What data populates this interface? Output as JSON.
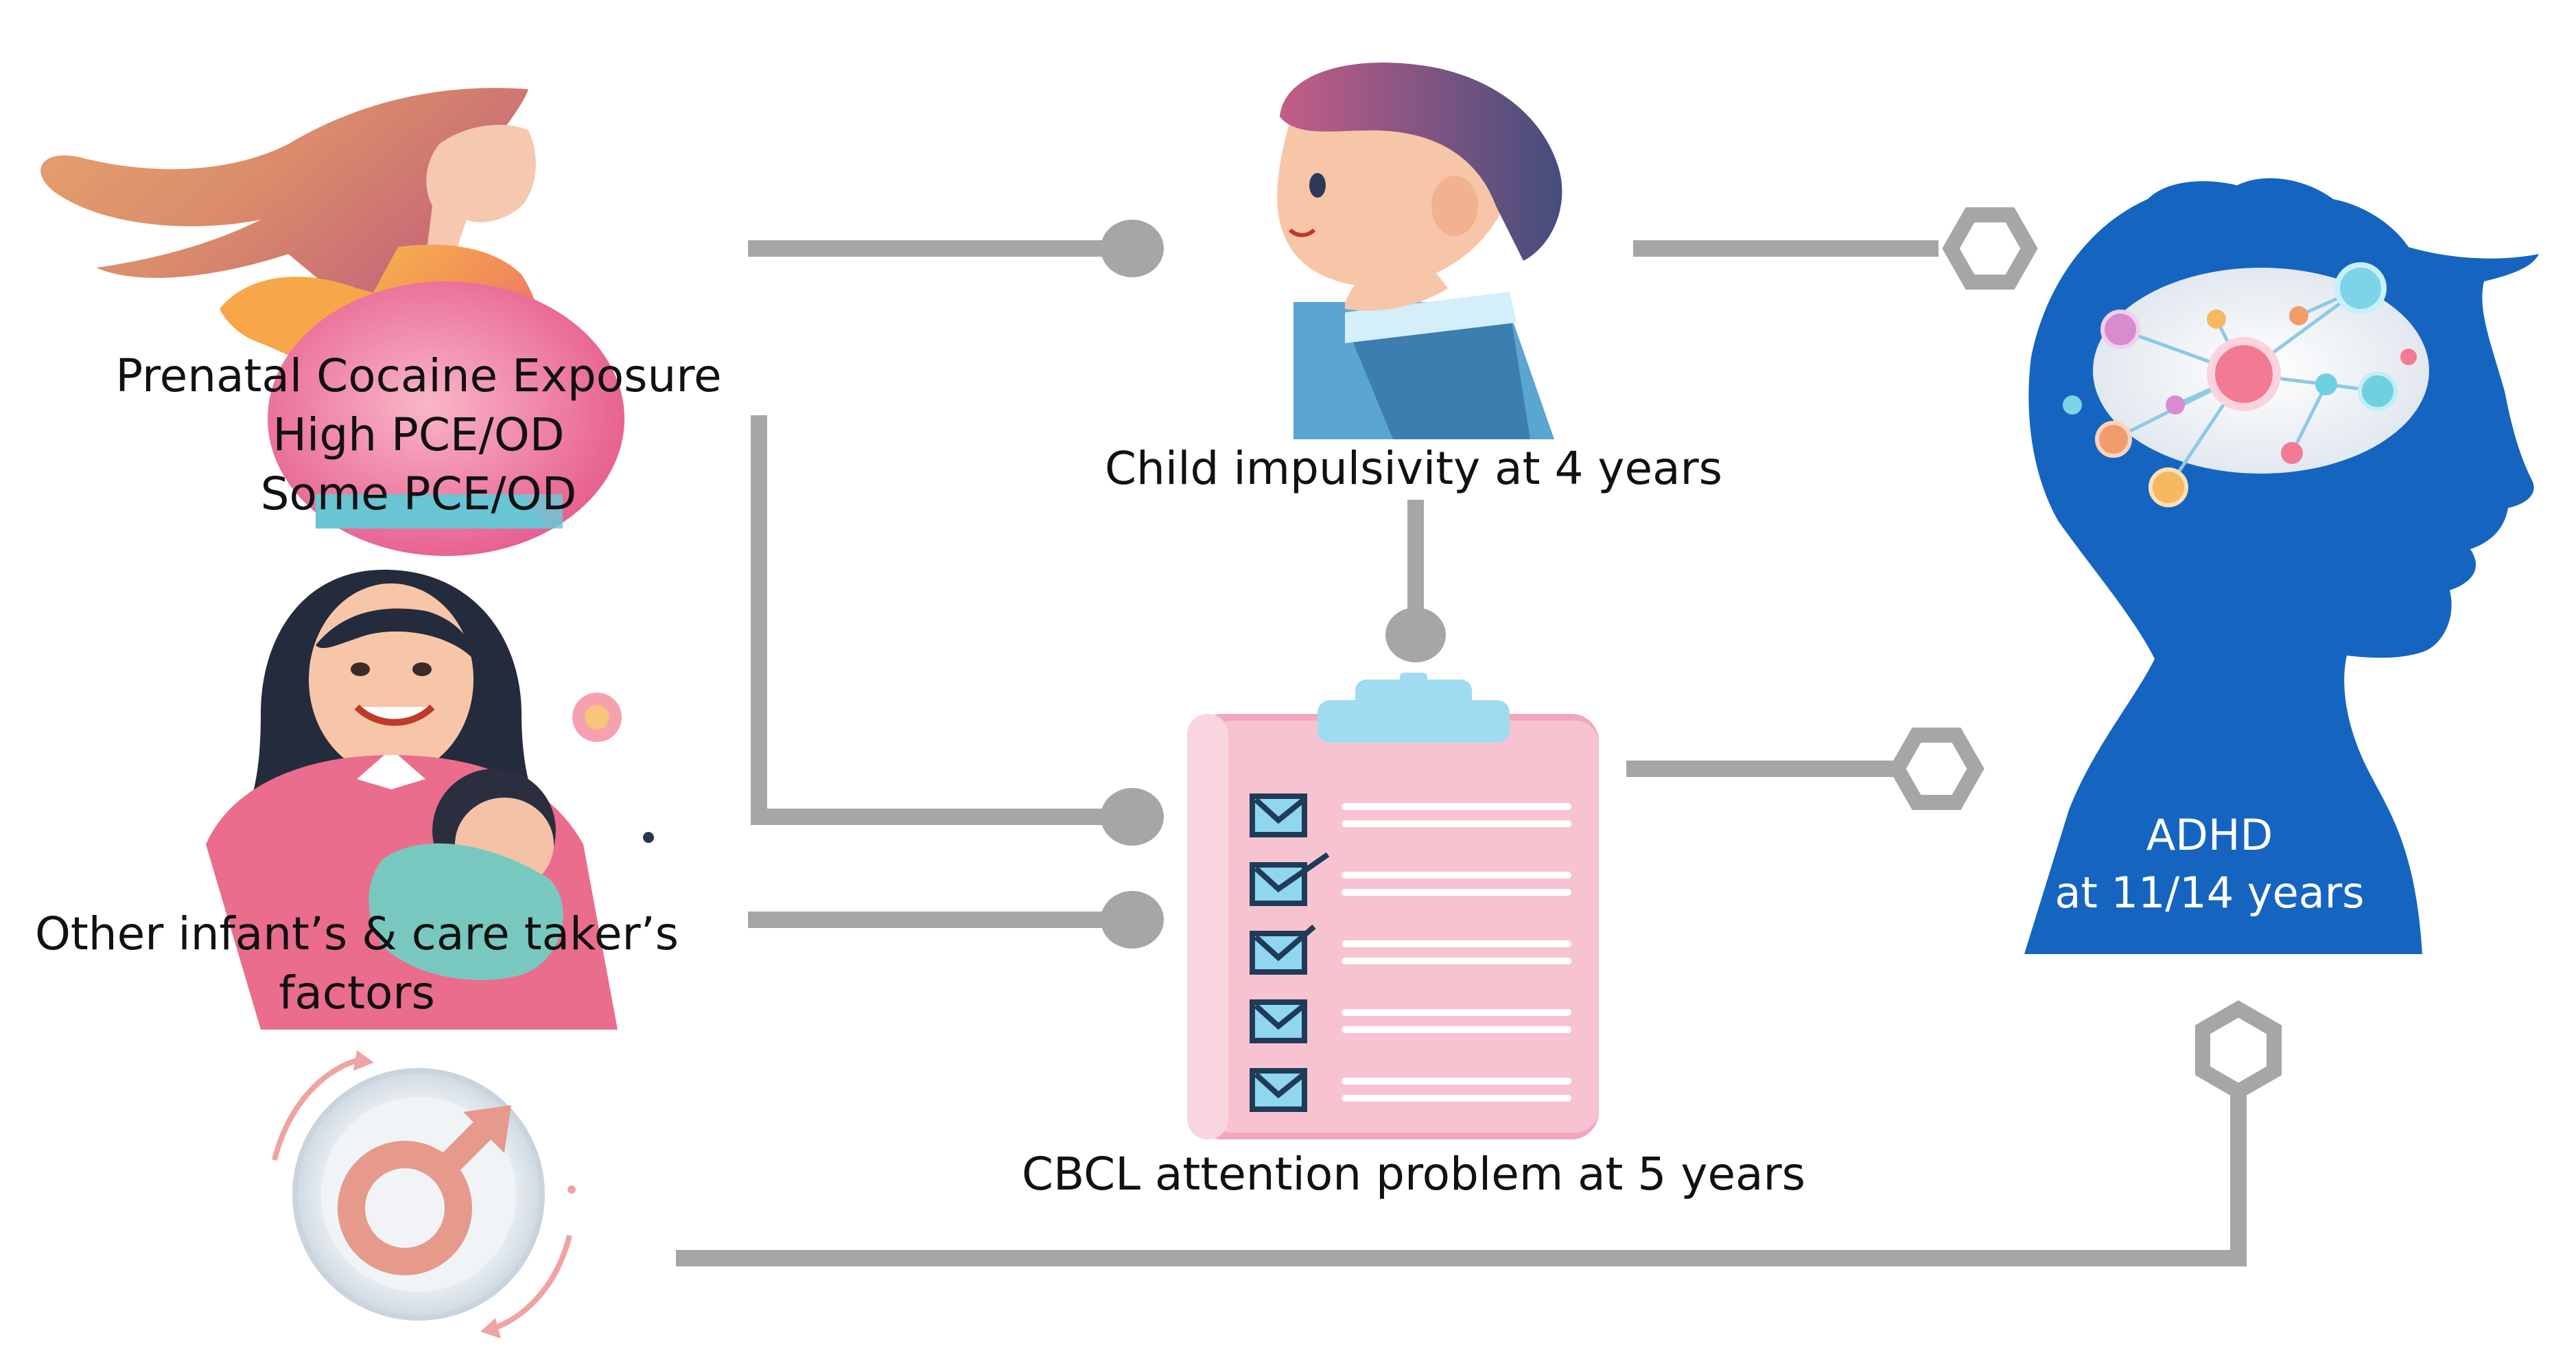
{
  "nodes": {
    "pce": {
      "title": "Prenatal Cocaine Exposure",
      "lines": [
        "High PCE/OD",
        "Some PCE/OD"
      ]
    },
    "other_factors": {
      "lines": [
        "Other infant’s & care taker’s",
        "factors"
      ]
    },
    "impulsivity": {
      "label": "Child impulsivity at 4 years"
    },
    "cbcl": {
      "label": "CBCL attention problem at 5 years"
    },
    "adhd": {
      "lines": [
        "ADHD",
        "at 11/14 years"
      ]
    }
  },
  "edges": [
    {
      "from": "Prenatal Cocaine Exposure",
      "to": "Child impulsivity at 4 years",
      "end": "circle"
    },
    {
      "from": "Prenatal Cocaine Exposure",
      "to": "CBCL attention problem at 5 years",
      "end": "circle"
    },
    {
      "from": "Other infant’s & care taker’s factors",
      "to": "CBCL attention problem at 5 years",
      "end": "circle"
    },
    {
      "from": "Child impulsivity at 4 years",
      "to": "CBCL attention problem at 5 years",
      "end": "circle"
    },
    {
      "from": "Child impulsivity at 4 years",
      "to": "ADHD at 11/14 years",
      "end": "hexagon"
    },
    {
      "from": "CBCL attention problem at 5 years",
      "to": "ADHD at 11/14 years",
      "end": "hexagon"
    },
    {
      "from": "Sex",
      "to": "ADHD at 11/14 years",
      "end": "hexagon"
    }
  ],
  "icons": {
    "pregnant_woman": "pregnant-woman-illustration",
    "mother_with_infant": "mother-holding-infant-illustration",
    "sex_symbol": "male-symbol-icon",
    "child": "child-profile-illustration",
    "checklist": "clipboard-checklist-illustration",
    "brain_head": "head-silhouette-brain-network-illustration"
  },
  "colors": {
    "connector": "#a6a6a6",
    "head_blue": "#1565c0",
    "clipboard_pink": "#f7b9c9",
    "clip_blue": "#9fdcf2",
    "check_blue": "#8fd6ee"
  }
}
